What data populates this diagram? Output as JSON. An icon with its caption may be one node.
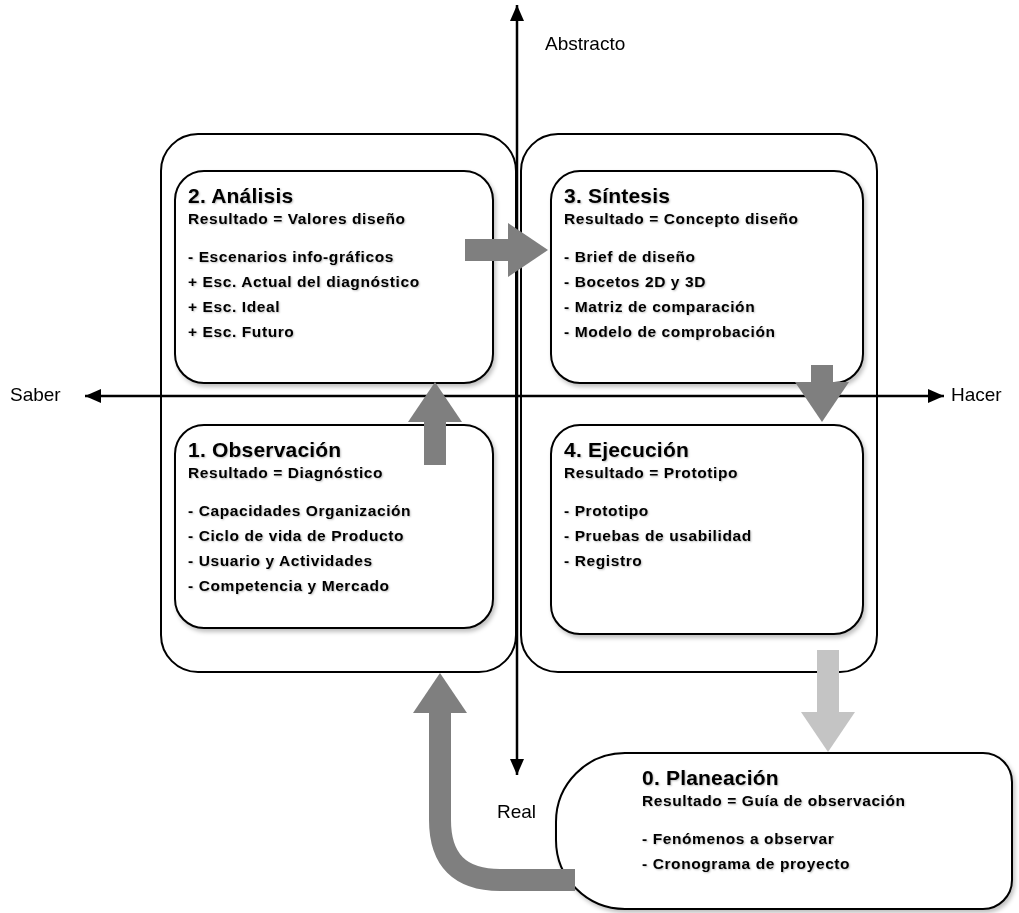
{
  "diagram": {
    "nodes": [
      {
        "text": [],
        "shape": "box"
      },
      {
        "text": [],
        "shape": "box"
      },
      {
        "text": [
          "2. Análisis",
          "Resultado = Valores diseño",
          "- Escenarios info-gráficos",
          "+ Esc. Actual del diagnóstico",
          "+ Esc. Ideal",
          "+ Esc. Futuro"
        ],
        "in": 0
      },
      {
        "text": [
          "3. Síntesis",
          "Resultado = Concepto diseño",
          "- Brief de diseño",
          "- Bocetos 2D y 3D",
          "- Matriz de comparación",
          "- Modelo de comprobación"
        ],
        "in": 1
      },
      {
        "text": [
          "1. Observación",
          "Resultado = Diagnóstico",
          "- Capacidades Organización",
          "- Ciclo de vida de Producto",
          "- Usuario y Actividades",
          "- Competencia y Mercado"
        ],
        "in": 0
      },
      {
        "text": [
          "4. Ejecución",
          "Resultado = Prototipo",
          "- Prototipo",
          "- Pruebas de usabilidad",
          "- Registro"
        ],
        "in": 1
      },
      {
        "text": [
          "0. Planeación",
          "Resultado = Guía de observación",
          "- Fenómenos a observar",
          "- Cronograma de proyecto"
        ]
      }
    ],
    "edges": [
      {
        "from": 4,
        "to": 2,
        "arrow": "to"
      },
      {
        "from": 2,
        "to": 3,
        "arrow": "to"
      },
      {
        "from": 3,
        "to": 5,
        "arrow": "to"
      },
      {
        "from": 5,
        "to": 6,
        "arrow": "to",
        "color": "#c4c4c4"
      },
      {
        "from": 6,
        "to": 0,
        "arrow": "to"
      }
    ],
    "labels": [
      "Abstracto",
      "Saber",
      "Hacer",
      "Real"
    ]
  }
}
